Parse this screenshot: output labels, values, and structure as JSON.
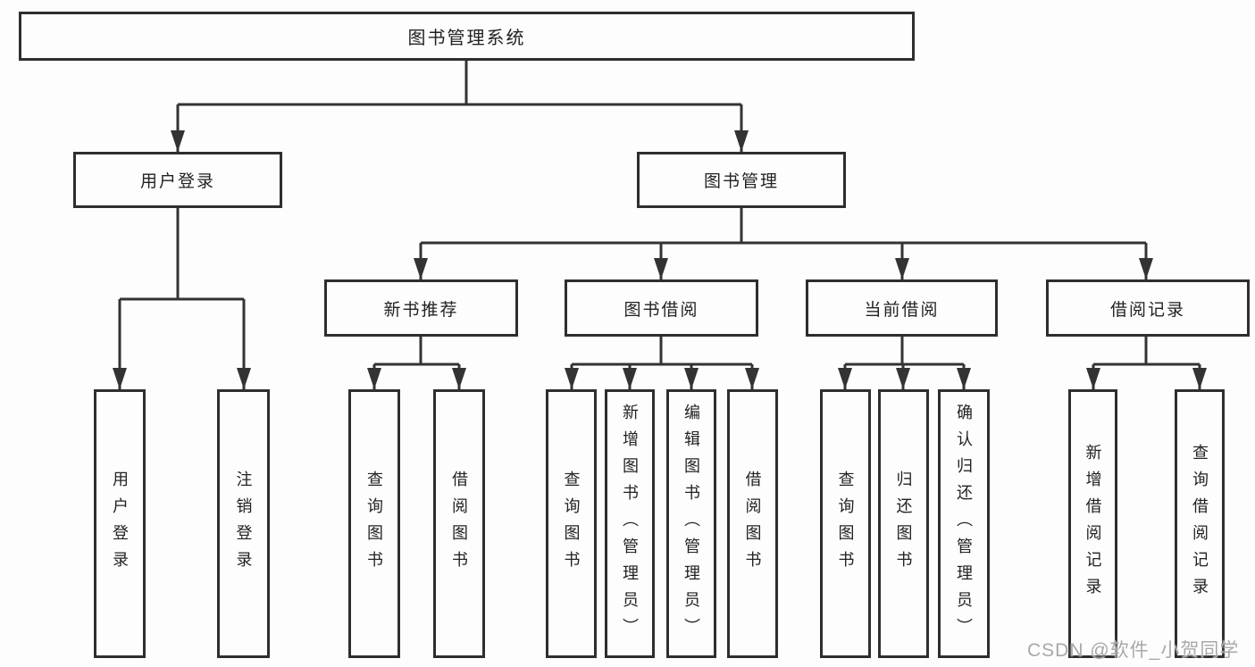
{
  "diagram": {
    "root": {
      "label": "图书管理系统"
    },
    "branches": [
      {
        "label": "用户登录",
        "children": [
          {
            "label": "用户登录"
          },
          {
            "label": "注销登录"
          }
        ]
      },
      {
        "label": "图书管理",
        "children": [
          {
            "label": "新书推荐",
            "children": [
              {
                "label": "查询图书"
              },
              {
                "label": "借阅图书"
              }
            ]
          },
          {
            "label": "图书借阅",
            "children": [
              {
                "label": "查询图书"
              },
              {
                "label": "新增图书（管理员）"
              },
              {
                "label": "编辑图书（管理员）"
              },
              {
                "label": "借阅图书"
              }
            ]
          },
          {
            "label": "当前借阅",
            "children": [
              {
                "label": "查询图书"
              },
              {
                "label": "归还图书"
              },
              {
                "label": "确认归还（管理员）"
              }
            ]
          },
          {
            "label": "借阅记录",
            "children": [
              {
                "label": "新增借阅记录"
              },
              {
                "label": "查询借阅记录"
              }
            ]
          }
        ]
      }
    ]
  },
  "watermark": {
    "text": "CSDN @软件_小贺同学"
  },
  "colors": {
    "line": "#333333",
    "box_border": "#2e2e2e",
    "text": "#222222",
    "watermark": "#a8a8a8",
    "background": "#fdfdfd"
  }
}
